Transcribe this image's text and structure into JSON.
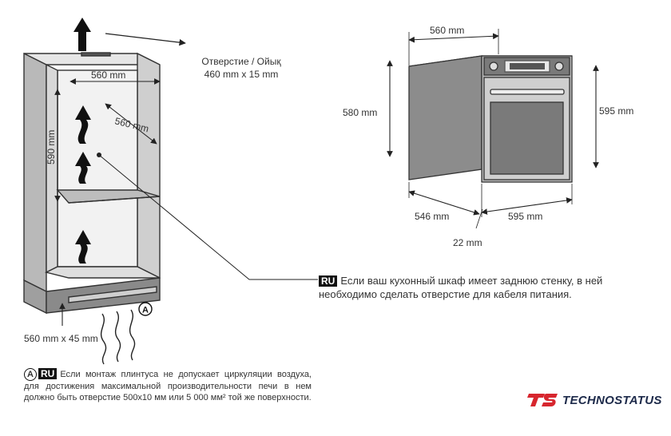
{
  "dimensions": {
    "cabinet_width_top": "560 mm",
    "cabinet_depth": "560 mm",
    "cabinet_height": "590 mm",
    "plinth_opening": "560 mm x 45 mm",
    "opening_label_line1": "Отверстие / Ойық",
    "opening_label_line2": "460 mm x 15 mm",
    "oven_width_top": "560 mm",
    "oven_height_body": "580 mm",
    "oven_height_front": "595 mm",
    "oven_depth": "546 mm",
    "oven_front_width": "595 mm",
    "oven_door_depth": "22 mm"
  },
  "labels": {
    "circle_a": "A",
    "ru_badge": "RU"
  },
  "notes": {
    "ru_back_wall": "Если ваш кухонный шкаф имеет заднюю стенку, в ней необходимо сделать отверстие для кабеля питания.",
    "a_plinth": "Если монтаж плинтуса не допускает циркуляции воздуха, для достижения максимальной производительности печи в нем должно быть отверстие 500х10 мм или 5 000 мм² той же поверхности."
  },
  "brand": {
    "name": "TECHNOSTATUS",
    "color": "#d7262e",
    "text_color": "#1d2a4a"
  }
}
